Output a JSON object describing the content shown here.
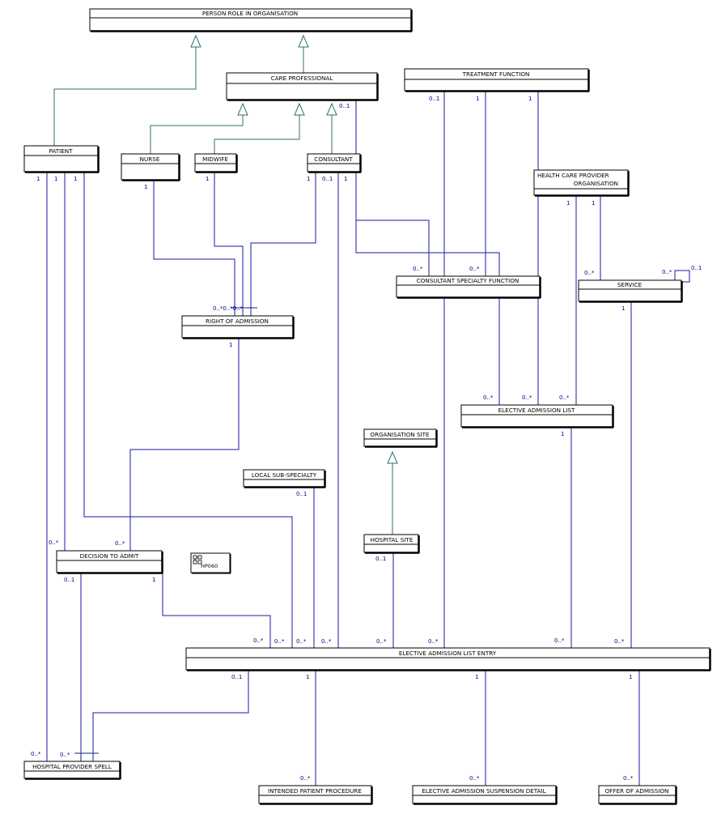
{
  "diagram": {
    "classes": {
      "person_role": "PERSON ROLE IN ORGANISATION",
      "care_professional": "CARE PROFESSIONAL",
      "treatment_function": "TREATMENT FUNCTION",
      "patient": "PATIENT",
      "nurse": "NURSE",
      "midwife": "MIDWIFE",
      "consultant": "CONSULTANT",
      "hcp_org_line1": "HEALTH CARE PROVIDER",
      "hcp_org_line2": "ORGANISATION",
      "consultant_specialty": "CONSULTANT SPECIALTY FUNCTION",
      "service": "SERVICE",
      "right_of_admission": "RIGHT OF ADMISSION",
      "elective_admission_list": "ELECTIVE ADMISSION LIST",
      "organisation_site": "ORGANISATION SITE",
      "local_sub_specialty": "LOCAL SUB-SPECIALTY",
      "hospital_site": "HOSPITAL SITE",
      "decision_to_admit": "DECISION TO ADMIT",
      "elective_admission_list_entry": "ELECTIVE ADMISSION LIST ENTRY",
      "hospital_provider_spell": "HOSPITAL PROVIDER SPELL",
      "intended_patient_procedure": "INTENDED PATIENT PROCEDURE",
      "elective_admission_suspension_detail": "ELECTIVE ADMISSION SUSPENSION DETAIL",
      "offer_of_admission": "OFFER OF ADMISSION"
    },
    "note": "HP060",
    "multiplicities": {
      "cp_consultant": "0..1",
      "tf_1": "0..1",
      "tf_2": "1",
      "tf_3": "1",
      "patient_1": "1",
      "patient_2": "1",
      "patient_3": "1",
      "nurse_1": "1",
      "midwife_1": "1",
      "consultant_1": "1",
      "consultant_2": "0..1",
      "consultant_3": "1",
      "hcpo_1": "1",
      "hcpo_2": "1",
      "csf_1": "0..*",
      "csf_2": "0..*",
      "service_in": "0..*",
      "service_self_a": "0..*",
      "service_self_b": "0..1",
      "service_out": "1",
      "roa_in": "0..*0..*0..*",
      "roa_out": "1",
      "eal_1": "0..*",
      "eal_2": "0..*",
      "eal_3": "0..*",
      "eal_out": "1",
      "lss_out": "0..1",
      "hs_out": "0..1",
      "dta_in_1": "0..*",
      "dta_in_2": "0..*",
      "dta_out_1": "0..1",
      "dta_out_2": "1",
      "eale_in_1": "0..*",
      "eale_in_2": "0..*",
      "eale_in_3": "0..*",
      "eale_in_4": "0..*",
      "eale_in_5": "0..*",
      "eale_in_6": "0..*",
      "eale_in_7": "0..*",
      "eale_in_8": "0..*",
      "eale_out_1": "0..1",
      "eale_out_2": "1",
      "eale_out_3": "1",
      "eale_out_4": "1",
      "hps_in_1": "0..*",
      "hps_in_2": "0..*",
      "ipp_in": "0..*",
      "easd_in": "0..*",
      "ooa_in": "0..*"
    }
  }
}
